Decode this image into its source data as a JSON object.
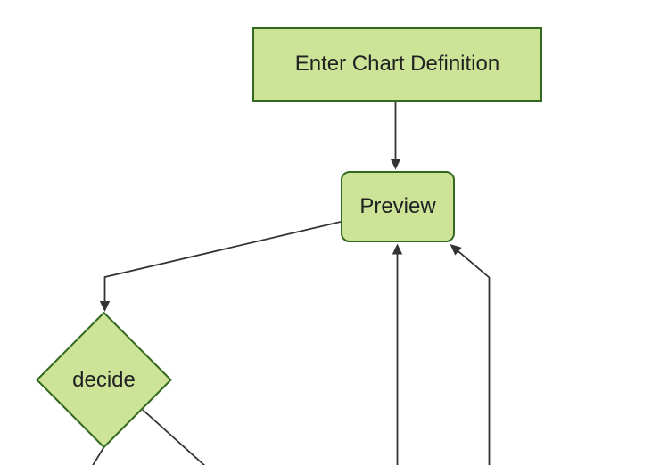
{
  "diagram": {
    "type": "flowchart",
    "orientation": "top-down",
    "nodes": {
      "enter": {
        "id": "enter-chart-definition",
        "label": "Enter Chart Definition",
        "shape": "rectangle"
      },
      "preview": {
        "id": "preview",
        "label": "Preview",
        "shape": "rounded-rectangle"
      },
      "decide": {
        "id": "decide",
        "label": "decide",
        "shape": "diamond"
      }
    },
    "edges": [
      {
        "from": "enter-chart-definition",
        "to": "preview",
        "arrow": "filled-triangle"
      },
      {
        "from": "preview",
        "to": "decide",
        "arrow": "filled-triangle"
      },
      {
        "from": "offscreen-bottom",
        "to": "preview",
        "arrow": "filled-triangle"
      },
      {
        "from": "offscreen-bottom-right",
        "to": "preview",
        "arrow": "filled-triangle"
      },
      {
        "from": "decide",
        "to": "offscreen-bottom-left",
        "arrow": "none-visible"
      },
      {
        "from": "decide",
        "to": "offscreen-bottom-right",
        "arrow": "none-visible"
      }
    ],
    "colors": {
      "background": "#ffffff",
      "node_fill": "#cde498",
      "node_border": "#33691e",
      "edge": "#333333",
      "text": "#222222"
    }
  }
}
